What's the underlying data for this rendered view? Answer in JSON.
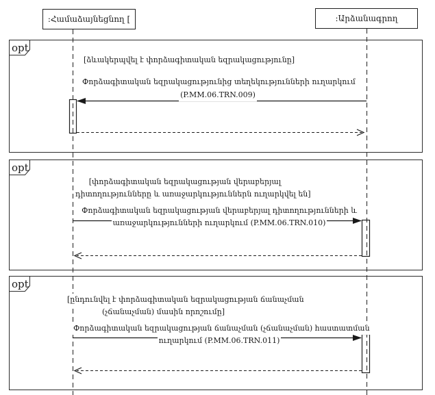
{
  "diagram": {
    "title": "UML sequence diagram (Armenian) — expert conclusion transactions",
    "colors": {
      "line": "#2b2b2b",
      "background": "#ffffff"
    },
    "actors": [
      {
        "label": ":Համաձայնեցնող  ["
      },
      {
        "label": ":Արձանագրող"
      }
    ],
    "fragments": [
      {
        "operator": "opt",
        "guard_lines": [
          "[ձևակերպվել է փորձագիտական եզրակացությունը]"
        ],
        "message_lines": [
          "Փորձագիտական եզրակացությունից տեղեկությունների ուղարկում",
          "(P.MM.06.TRN.009)"
        ],
        "message_code": "P.MM.06.TRN.009",
        "call_direction": "right-to-left",
        "return_direction": "left-to-right"
      },
      {
        "operator": "opt",
        "guard_lines": [
          "[փորձագիտական եզրակացության վերաբերյալ",
          "դիտողությունները և առաջարկություններն ուղարկվել են]"
        ],
        "message_lines": [
          "Փորձագիտական եզրակացության վերաբերյալ դիտողությունների և",
          "առաջարկությունների ուղարկում (P.MM.06.TRN.010)"
        ],
        "message_code": "P.MM.06.TRN.010",
        "call_direction": "left-to-right",
        "return_direction": "right-to-left"
      },
      {
        "operator": "opt",
        "guard_lines": [
          "[ընդունվել է փորձագիտական եզրակացության ճանաչման",
          "(չճանաչման) մասին որոշումը]"
        ],
        "message_lines": [
          "Փորձագիտական եզրակացության ճանաչման (չճանաչման) հաստատման",
          "ուղարկում (P.MM.06.TRN.011)"
        ],
        "message_code": "P.MM.06.TRN.011",
        "call_direction": "left-to-right",
        "return_direction": "right-to-left"
      }
    ]
  }
}
